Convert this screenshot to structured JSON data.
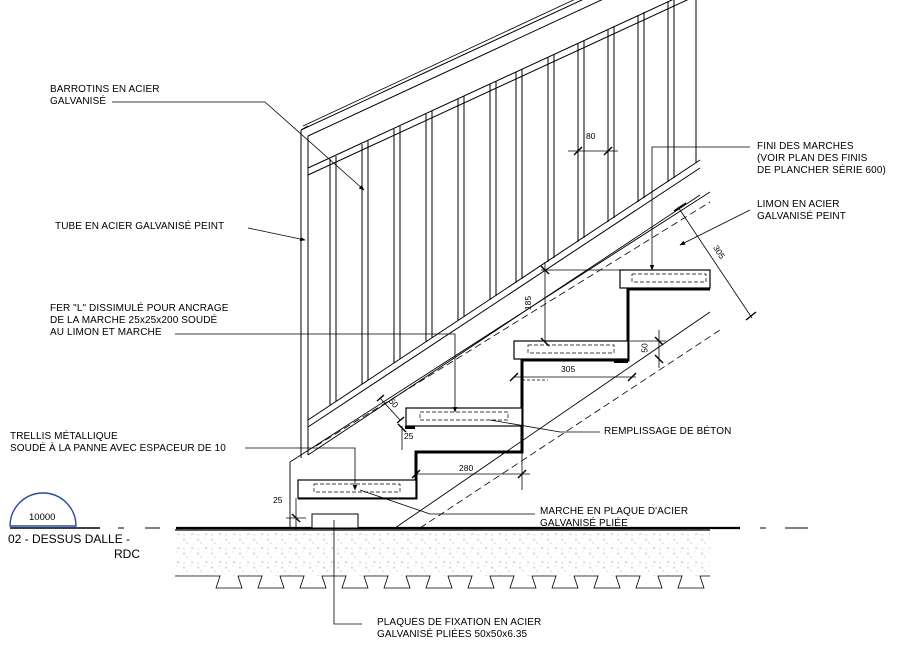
{
  "annotations": {
    "barrotins": [
      "BARROTINS EN ACIER",
      "GALVANISÉ"
    ],
    "tube": "TUBE EN ACIER GALVANISÉ PEINT",
    "fer_l": [
      "FER \"L\" DISSIMULÉ POUR ANCRAGE",
      "DE LA MARCHE 25x25x200 SOUDÉ",
      "AU LIMON ET MARCHE"
    ],
    "trellis": [
      "TRELLIS MÉTALLIQUE",
      "SOUDÉ À LA PANNE AVEC ESPACEUR DE 10"
    ],
    "fini": [
      "FINI DES MARCHES",
      "(VOIR PLAN DES FINIS",
      "DE PLANCHER SÉRIE 600)"
    ],
    "limon": [
      "LIMON EN ACIER",
      "GALVANISÉ PEINT"
    ],
    "remplissage": "REMPLISSAGE DE BÉTON",
    "marche": [
      "MARCHE EN PLAQUE D'ACIER",
      "GALVANISÉ PLIÉE"
    ],
    "plaques": [
      "PLAQUES DE FIXATION EN ACIER",
      "GALVANISÉ PLIÉES 50x50x6.35"
    ]
  },
  "level": {
    "marker": "10000",
    "name": "02 - DESSUS DALLE -",
    "name2": "RDC"
  },
  "dimensions": {
    "d80": "80",
    "d305_diag": "305",
    "d185": "185",
    "d50_right": "50",
    "d305_tread": "305",
    "d50_left": "50",
    "d25_top": "25",
    "d280": "280",
    "d25_bottom": "25"
  }
}
